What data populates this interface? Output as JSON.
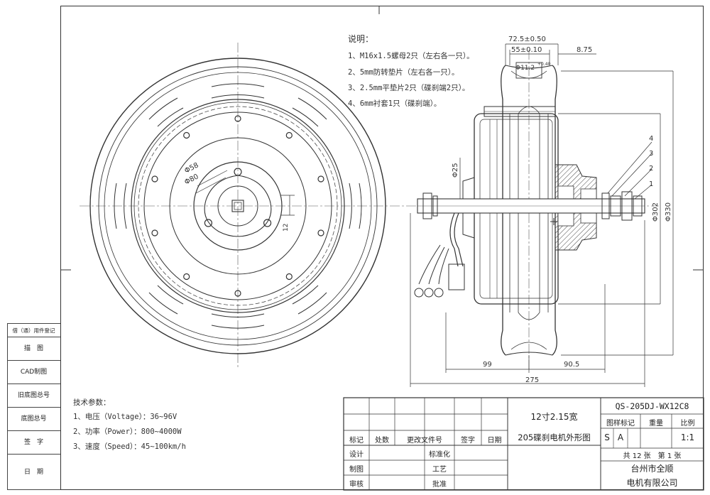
{
  "notes": {
    "heading": "说明：",
    "items": [
      "1、M16x1.5螺母2只（左右各一只）。",
      "2、5mm防转垫片（左右各一只）。",
      "3、2.5mm平垫片2只（碟刹端2只）。",
      "4、6mm衬套1只（碟刹端）。"
    ]
  },
  "specs": {
    "heading": "技术参数：",
    "items": [
      "1、电压（Voltage）：36~96V",
      "2、功率（Power）：800~4000W",
      "3、速度（Speed）：45~100km/h"
    ]
  },
  "dims": {
    "d58": "Φ58",
    "d80": "Φ80",
    "d12": "12",
    "d25": "Φ25",
    "d302": "Φ302",
    "d330": "Φ330",
    "w72": "72.5±0.50",
    "w55": "55±0.10",
    "w875": "8.75",
    "bore": "Φ11.2",
    "bore_tol": "+0.40",
    "l99": "99",
    "l905": "90.5",
    "l275": "275",
    "callouts": [
      "4",
      "3",
      "2",
      "1"
    ]
  },
  "left_strip": [
    "借（通）用件登记",
    "描　图",
    "CAD制图",
    "旧底图总号",
    "底图总号",
    "签　字",
    "日　期"
  ],
  "title_block": {
    "drawing_no": "QS-205DJ-WX12C8",
    "title_line1": "12寸2.15宽",
    "title_line2": "205碟刹电机外形图",
    "header_row": [
      "标记",
      "处数",
      "更改文件号",
      "签字",
      "日期"
    ],
    "rows": [
      [
        "设计",
        "",
        "标准化"
      ],
      [
        "制图",
        "",
        "工艺"
      ],
      [
        "审核",
        "",
        "批准"
      ]
    ],
    "col_labels": [
      "图样标记",
      "重量",
      "比例"
    ],
    "marks": [
      "S",
      "A"
    ],
    "scale": "1:1",
    "sheets": "共 12 张　第 1 张",
    "company1": "台州市全顺",
    "company2": "电机有限公司"
  }
}
